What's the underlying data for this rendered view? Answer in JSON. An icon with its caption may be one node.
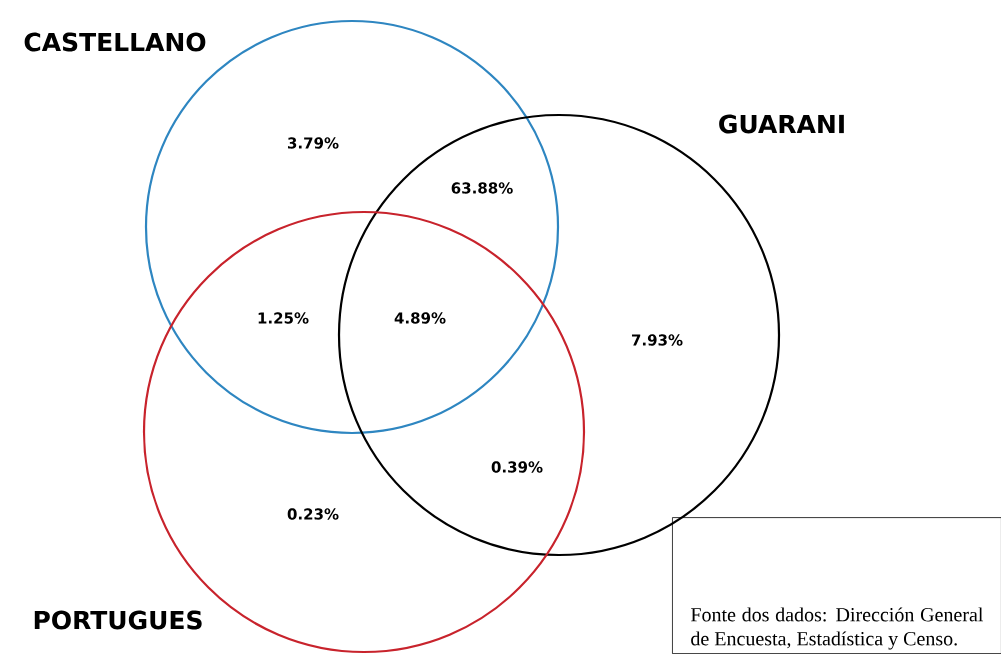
{
  "diagram": {
    "nodes": [
      {
        "text": [],
        "shape": "circle",
        "beside": [
          "CASTELLANO"
        ]
      },
      {
        "text": [],
        "shape": "circle",
        "beside": [
          "GUARANI"
        ]
      },
      {
        "text": [],
        "shape": "circle",
        "beside": [
          "PORTUGUES"
        ]
      },
      {
        "text": [
          "Fonte dos dados: Dirección General de Encuesta, Estadística y Censo."
        ]
      }
    ],
    "labels": [
      "3.79%",
      "63.88%",
      "1.25%",
      "4.89%",
      "7.93%",
      "0.39%",
      "0.23%"
    ]
  }
}
